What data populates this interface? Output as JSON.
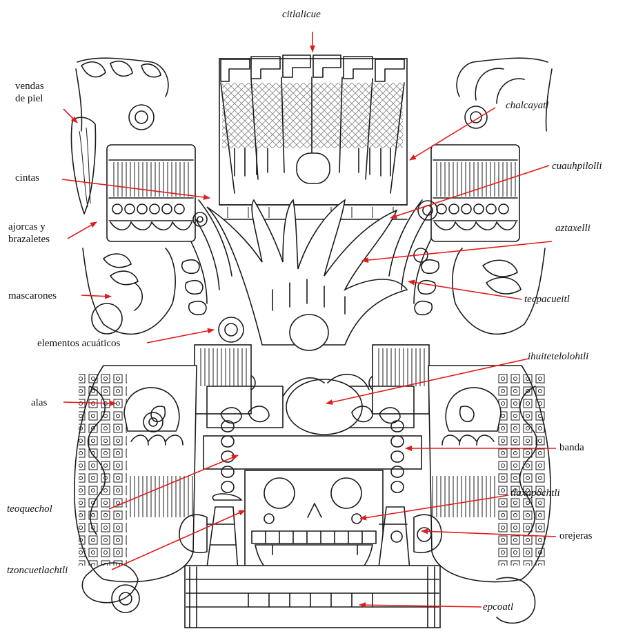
{
  "colors": {
    "line": "#1a1a1a",
    "arrow": "#e01b1b",
    "background": "#ffffff"
  },
  "labels": {
    "citlalicue": "citlalicue",
    "vendas_line1": "vendas",
    "vendas_line2": "de piel",
    "chalcayatl": "chalcayatl",
    "cintas": "cintas",
    "cuauhpilolli": "cuauhpilolli",
    "ajorcas_line1": "ajorcas y",
    "ajorcas_line2": "brazaletes",
    "aztaxelli": "aztaxelli",
    "mascarones": "mascarones",
    "tecpacueitl": "tecpacueitl",
    "elementos_acuaticos": "elementos acuáticos",
    "ihuitetelolohtli": "ihuitetelolohtli",
    "alas": "alas",
    "banda": "banda",
    "teoquechol": "teoquechol",
    "tlaxapochtli": "tlaxapochtli",
    "orejeras": "orejeras",
    "tzoncuetlachtli": "tzoncuetlachtli",
    "epcoatl": "epcoatl"
  }
}
